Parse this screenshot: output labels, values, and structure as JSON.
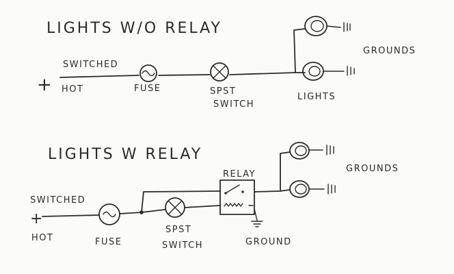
{
  "top": {
    "title": "LIGHTS W/O RELAY",
    "plus": "+",
    "switched": "SWITCHED",
    "hot": "HOT",
    "fuse": "FUSE",
    "spst": "SPST",
    "switch": "SWITCH",
    "lights": "LIGHTS",
    "grounds": "GROUNDS"
  },
  "bottom": {
    "title": "LIGHTS W RELAY",
    "plus": "+",
    "switched": "SWITCHED",
    "hot": "HOT",
    "fuse": "FUSE",
    "spst": "SPST",
    "switch": "SWITCH",
    "relay": "RELAY",
    "ground": "GROUND",
    "grounds": "GROUNDS"
  }
}
